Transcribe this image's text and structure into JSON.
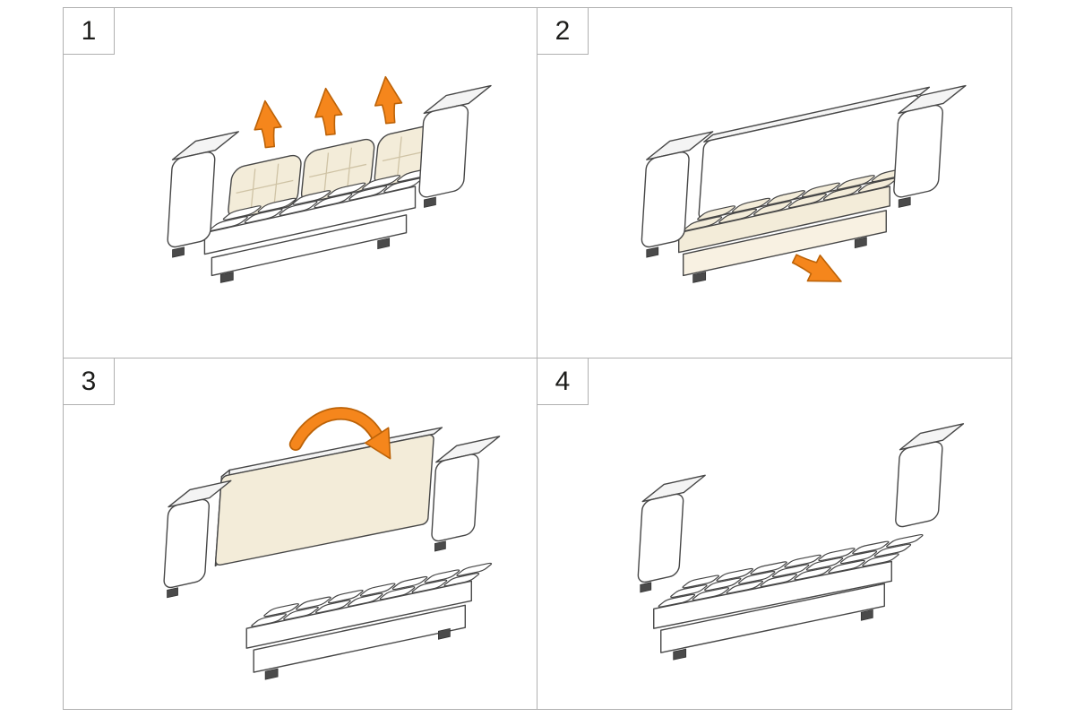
{
  "colors": {
    "line": "#474747",
    "grid": "#b0b0b0",
    "side": "#f4f4f4",
    "cream": "#f3ecd9",
    "cream_dark": "#cfc3a5",
    "cream_light": "#f8f1e2",
    "orange": "#f5861c",
    "orange_dark": "#bc6207",
    "foot": "#4a4a4a",
    "number": "#1d1d1b"
  },
  "steps": [
    {
      "number": "1",
      "arrows": [
        "up-arrow-icon",
        "up-arrow-icon",
        "up-arrow-icon"
      ]
    },
    {
      "number": "2",
      "arrows": [
        "pull-out-arrow-icon"
      ]
    },
    {
      "number": "3",
      "arrows": [
        "fold-over-arrow-icon"
      ]
    },
    {
      "number": "4",
      "arrows": []
    }
  ]
}
